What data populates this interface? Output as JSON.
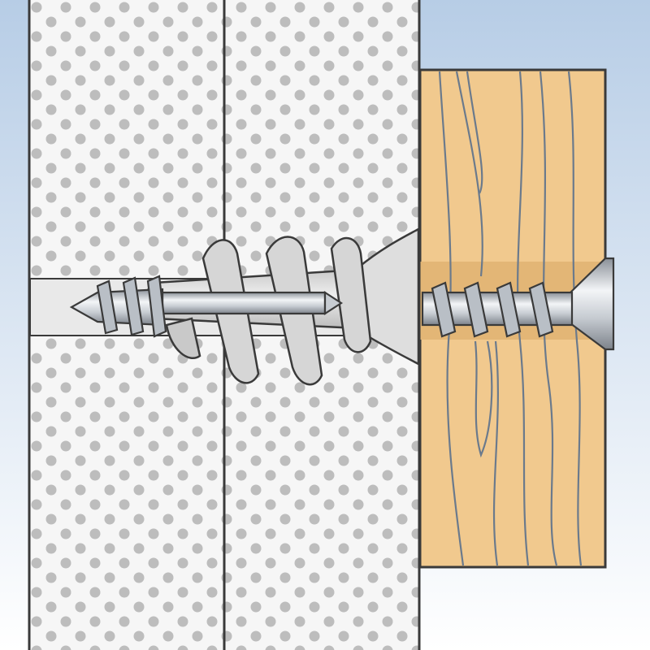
{
  "diagram": {
    "labels": [],
    "components": [
      {
        "id": "drywall-board-front",
        "kind": "plasterboard"
      },
      {
        "id": "drywall-board-back",
        "kind": "plasterboard"
      },
      {
        "id": "wood-fixture",
        "kind": "timber"
      },
      {
        "id": "screw",
        "kind": "countersunk-wood-screw"
      },
      {
        "id": "drywall-anchor",
        "kind": "self-drilling-plasterboard-plug"
      }
    ],
    "colors": {
      "background_top": "#b7cde6",
      "background_bottom": "#ffffff",
      "board_fill": "#f6f6f6",
      "board_dots": "#bdbdbd",
      "outline": "#3a3a3a",
      "wood_fill": "#f1c98e",
      "wood_grain": "#6b7a8c",
      "metal_light": "#f3f5f7",
      "metal_mid": "#c7ccd2",
      "metal_dark": "#8a9098",
      "plug_fill": "#dedede",
      "plug_shade": "#b9b9b9"
    }
  }
}
